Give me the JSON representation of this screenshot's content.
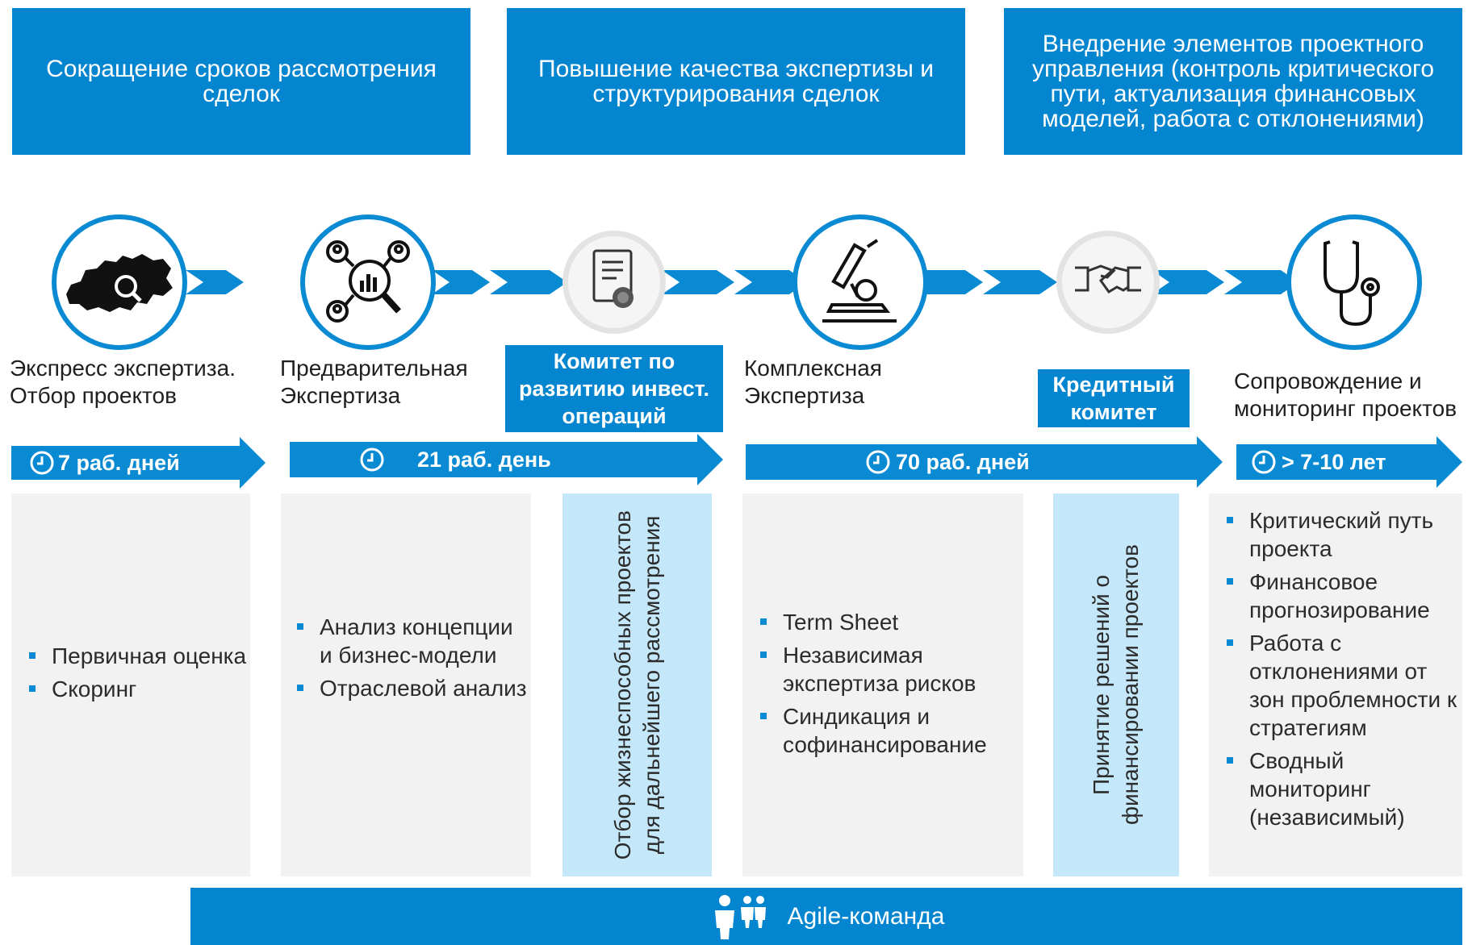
{
  "goals": [
    "Сокращение сроков рассмотрения сделок",
    "Повышение качества экспертизы и структурирования сделок",
    "Внедрение элементов проектного управления (контроль критического пути, актуализация финансовых моделей, работа с отклонениями)"
  ],
  "stages": {
    "express": "Экспресс экспертиза.\nОтбор проектов",
    "preliminary": "Предварительная\nЭкспертиза",
    "comprehensive": "Комплексная\nЭкспертиза",
    "support": "Сопровождение и\nмониторинг проектов"
  },
  "committees": {
    "investment": "Комитет по\nразвитию инвест.\nопераций",
    "credit": "Кредитный\nкомитет"
  },
  "timeline": {
    "t1": "7 раб. дней",
    "t2": "21 раб. день",
    "t3": "70 раб. дней",
    "t4": "> 7-10 лет"
  },
  "panels": {
    "express_items": [
      "Первичная оценка",
      "Скоринг"
    ],
    "preliminary_items": [
      "Анализ концепции и бизнес-модели",
      "Отраслевой анализ"
    ],
    "investment_vertical": "Отбор жизнеспособных проектов\nдля дальнейшего рассмотрения",
    "comprehensive_items": [
      "Term Sheet",
      "Независимая экспертиза рисков",
      "Синдикация и софинансирование"
    ],
    "credit_vertical": "Принятие решений о\nфинансировании проектов",
    "support_items": [
      "Критический путь проекта",
      "Финансовое прогнозирование",
      "Работа с отклонениями от зон проблемности к стратегиям",
      "Сводный мониторинг (независимый)"
    ]
  },
  "footer": {
    "label": "Agile-команда"
  },
  "icons": [
    "russia-map-search-icon",
    "team-analytics-icon",
    "certificate-icon",
    "microscope-icon",
    "handshake-icon",
    "stethoscope-icon",
    "clock-icon",
    "team-people-icon"
  ],
  "colors": {
    "primary": "#0485cf",
    "light_blue": "#c4e7f9",
    "panel_gray": "#f2f2f2"
  }
}
